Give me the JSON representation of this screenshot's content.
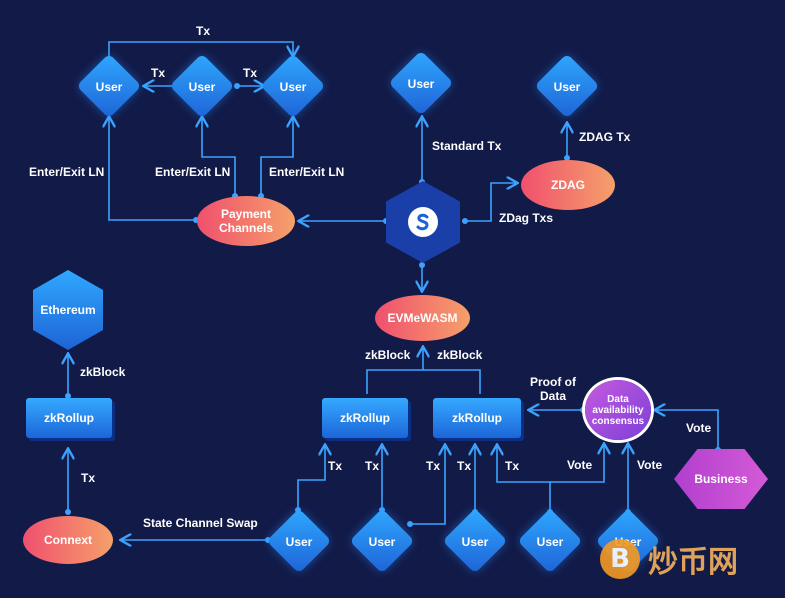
{
  "users": {
    "u1": "User",
    "u2": "User",
    "u3": "User",
    "u4": "User",
    "u5": "User",
    "b1": "User",
    "b2": "User",
    "b3": "User",
    "b4": "User",
    "b5": "User"
  },
  "nodes": {
    "payment_channels": "Payment Channels",
    "zdag": "ZDAG",
    "evm": "EVMeWASM",
    "ethereum": "Ethereum",
    "zkrollup_left": "zkRollup",
    "zkrollup_mid": "zkRollup",
    "zkrollup_right": "zkRollup",
    "connext": "Connext",
    "data_availability": "Data availability consensus",
    "business": "Business"
  },
  "labels": {
    "tx_top": "Tx",
    "tx_left": "Tx",
    "tx_right": "Tx",
    "enter_exit_1": "Enter/Exit LN",
    "enter_exit_2": "Enter/Exit LN",
    "enter_exit_3": "Enter/Exit LN",
    "standard_tx": "Standard Tx",
    "zdag_tx": "ZDAG Tx",
    "zdag_txs": "ZDag Txs",
    "zkblock_left": "zkBlock",
    "zkblock_right": "zkBlock",
    "zkblock_eth": "zkBlock",
    "tx_connext": "Tx",
    "proof_of_data": "Proof of Data",
    "state_channel_swap": "State Channel Swap",
    "tx_a": "Tx",
    "tx_b": "Tx",
    "tx_c": "Tx",
    "tx_d": "Tx",
    "tx_e": "Tx",
    "vote_1": "Vote",
    "vote_2": "Vote",
    "vote_3": "Vote"
  },
  "watermark": "炒币网",
  "colors": {
    "background": "#121a47",
    "line": "#3ba3ff",
    "accent_orange": "#f5a06a",
    "accent_pink": "#f0506e",
    "accent_purple": "#a04ee0"
  }
}
